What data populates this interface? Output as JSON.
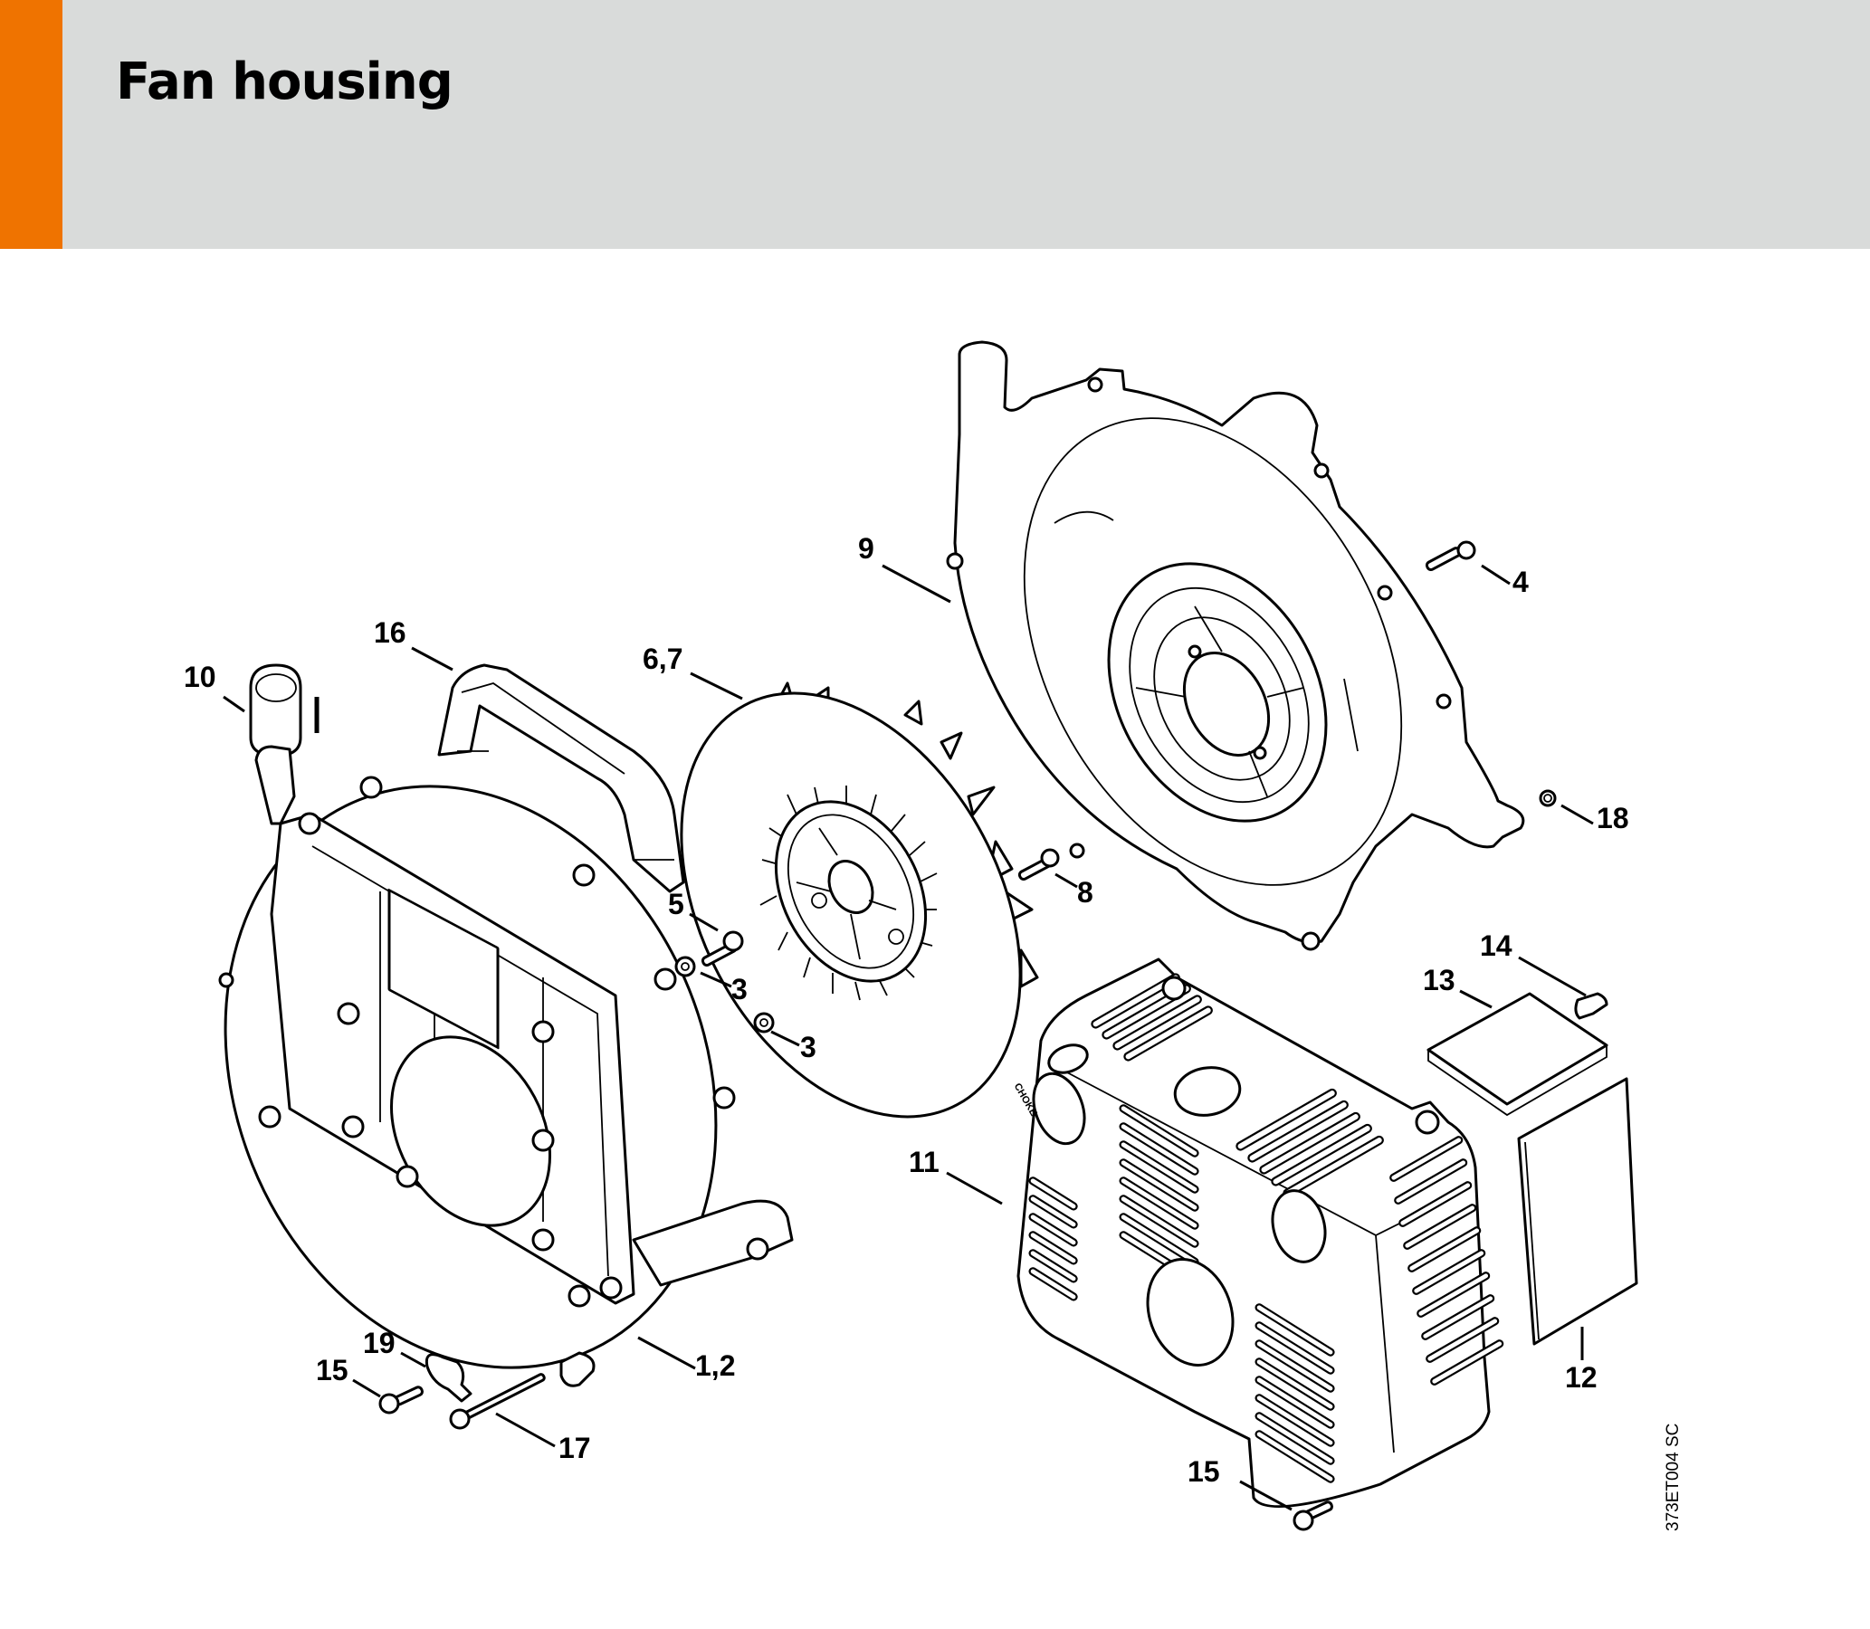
{
  "header": {
    "title": "Fan housing",
    "accent_color": "#ef7300",
    "background_color": "#d9dbda"
  },
  "diagram": {
    "reference_code": "373ET004 SC",
    "cover_marking": "CHOKE",
    "callouts": [
      {
        "id": "c10",
        "label": "10",
        "part": "cap"
      },
      {
        "id": "c16",
        "label": "16",
        "part": "handle"
      },
      {
        "id": "c67",
        "label": "6,7",
        "part": "fan-wheel"
      },
      {
        "id": "c9",
        "label": "9",
        "part": "fan-housing-cover"
      },
      {
        "id": "c4",
        "label": "4",
        "part": "screw"
      },
      {
        "id": "c18",
        "label": "18",
        "part": "nut"
      },
      {
        "id": "c8",
        "label": "8",
        "part": "screw"
      },
      {
        "id": "c5",
        "label": "5",
        "part": "screw"
      },
      {
        "id": "c3a",
        "label": "3",
        "part": "sleeve"
      },
      {
        "id": "c3b",
        "label": "3",
        "part": "nut"
      },
      {
        "id": "c11",
        "label": "11",
        "part": "shroud"
      },
      {
        "id": "c12",
        "label": "12",
        "part": "pad"
      },
      {
        "id": "c13",
        "label": "13",
        "part": "pad"
      },
      {
        "id": "c14",
        "label": "14",
        "part": "clip"
      },
      {
        "id": "c12b",
        "label": "1,2",
        "part": "fan-housing"
      },
      {
        "id": "c19",
        "label": "19",
        "part": "clamp"
      },
      {
        "id": "c15a",
        "label": "15",
        "part": "screw"
      },
      {
        "id": "c17",
        "label": "17",
        "part": "screw"
      },
      {
        "id": "c15b",
        "label": "15",
        "part": "screw"
      }
    ]
  }
}
